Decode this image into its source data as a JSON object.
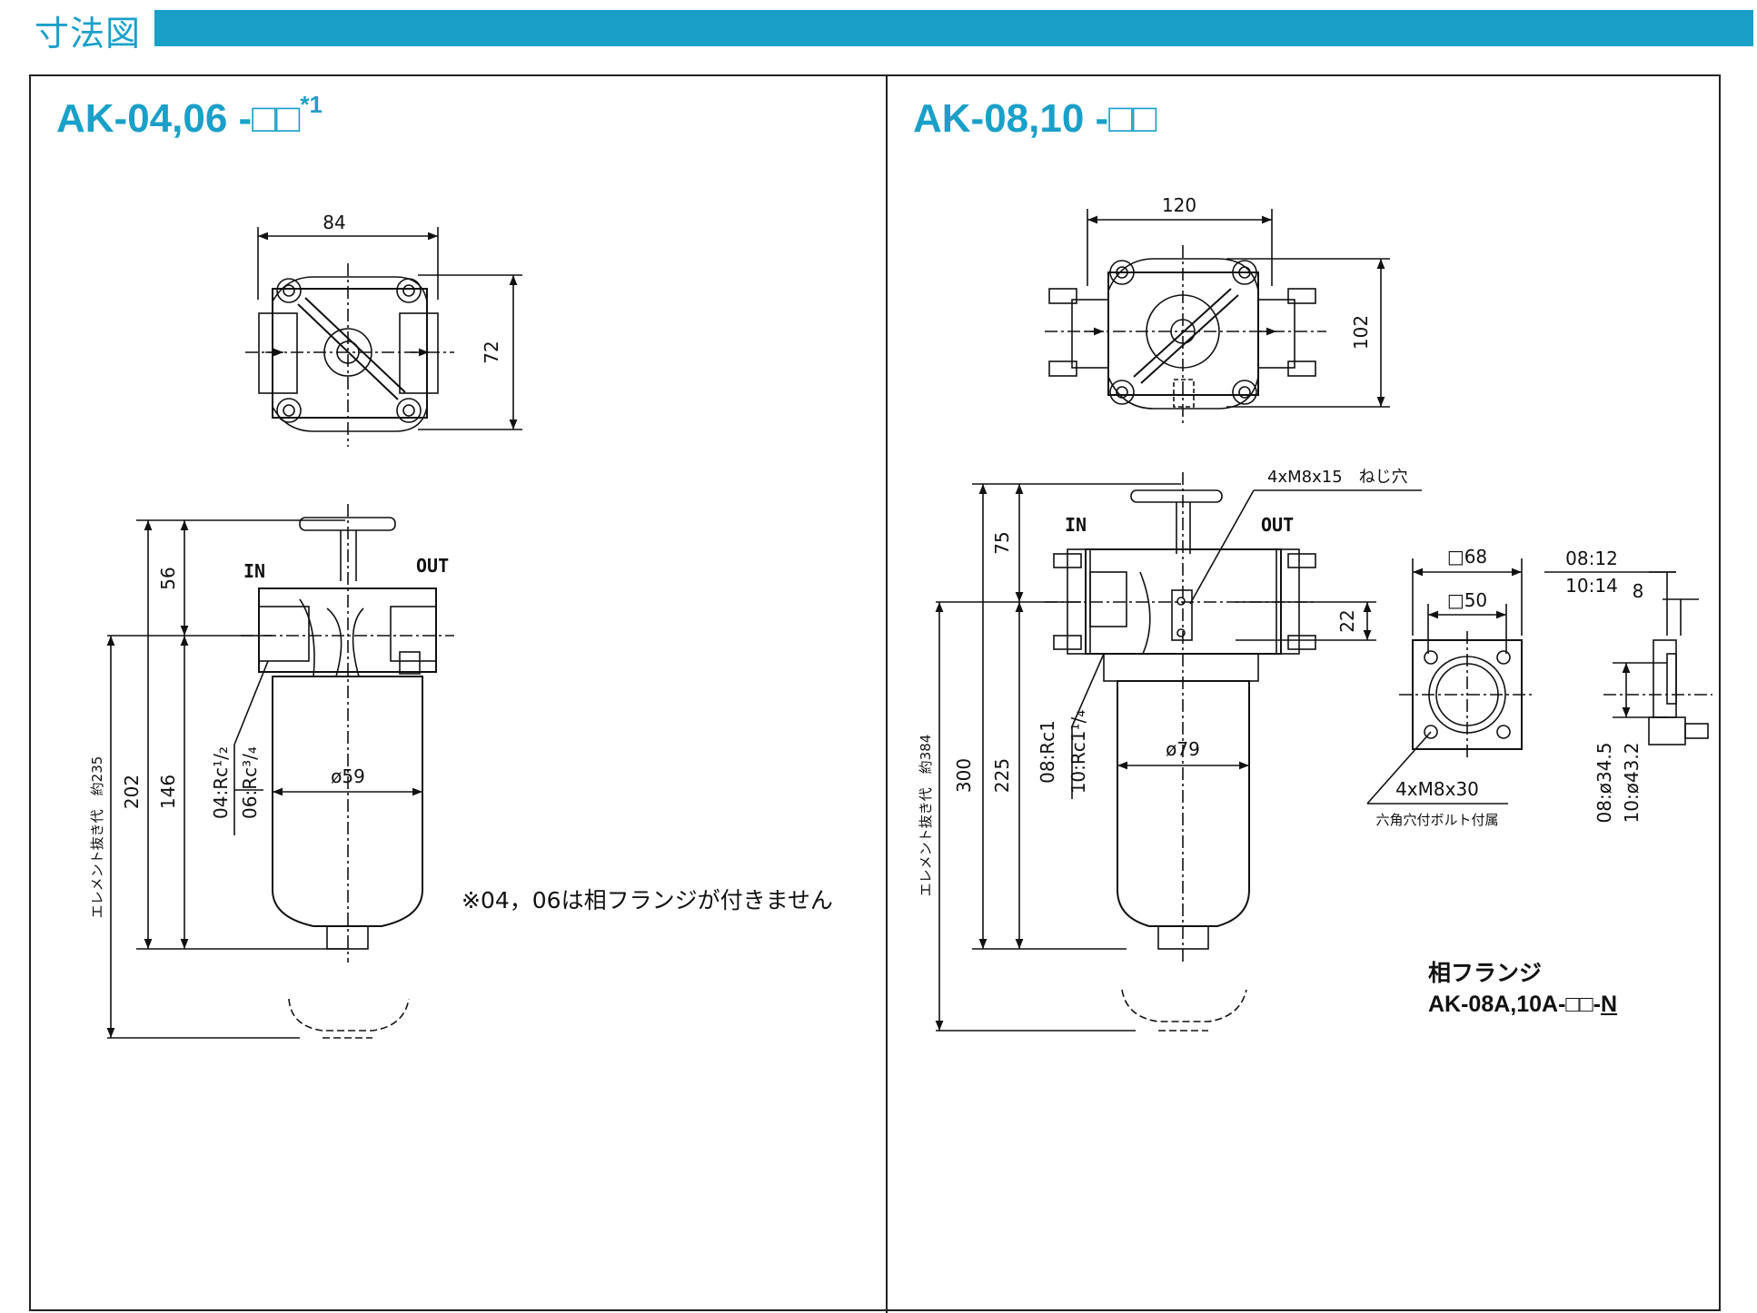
{
  "header": {
    "title": "寸法図",
    "accent_color": "#1aa0c8"
  },
  "left": {
    "model": "AK-04,06 -□□",
    "model_note_mark": "*1",
    "dims": {
      "width_top": "84",
      "height_top": "72",
      "d56": "56",
      "d146": "146",
      "d202": "202",
      "diameter": "ø59"
    },
    "port_in": "IN",
    "port_out": "OUT",
    "thread_04": "04:Rc¹/₂",
    "thread_06": "06:Rc³/₄",
    "element_clearance": "エレメント抜き代　約235",
    "note": "※04，06は相フランジが付きません"
  },
  "right": {
    "model": "AK-08,10 -□□",
    "dims": {
      "width_top": "120",
      "height_top": "102",
      "d75": "75",
      "d225": "225",
      "d300": "300",
      "d22": "22",
      "diameter": "ø79"
    },
    "port_in": "IN",
    "port_out": "OUT",
    "thread_08": "08:Rc1",
    "thread_10": "10:Rc1¹/₄",
    "screw_hole": "4xM8x15　ねじ穴",
    "element_clearance": "エレメント抜き代　約384",
    "flange": {
      "sq68": "□68",
      "sq50": "□50",
      "bolts": "4xM8x30",
      "bolts_note": "六角穴付ボルト付属",
      "t08": "08:12",
      "t10": "10:14",
      "t8": "8",
      "dia08": "08:ø34.5",
      "dia10": "10:ø43.2",
      "title_line1": "相フランジ",
      "title_line2_prefix": "AK-08A,10A-□□-",
      "title_line2_suffix": "N"
    }
  }
}
